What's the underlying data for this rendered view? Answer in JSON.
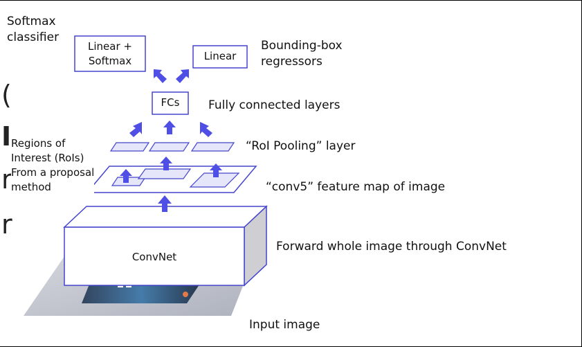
{
  "labels": {
    "softmax_classifier": "Softmax\nclassifier",
    "bbox_regressors": "Bounding-box\nregressors",
    "fc_layers": "Fully connected layers",
    "roi_pooling_layer": "“RoI Pooling” layer",
    "rois": "Regions of\nInterest (RoIs)\nFrom a proposal\nmethod",
    "conv5": "“conv5” feature map of image",
    "forward": "Forward whole image through ConvNet",
    "input_image": "Input image"
  },
  "boxes": {
    "linear_softmax": "Linear +\nSoftmax",
    "linear": "Linear",
    "fcs": "FCs",
    "convnet": "ConvNet"
  },
  "colors": {
    "accent": "#4f4fe6",
    "outline": "#4444cc",
    "roi_fill": "#e6e6fa",
    "gray_plane": "#c9cbd3"
  }
}
